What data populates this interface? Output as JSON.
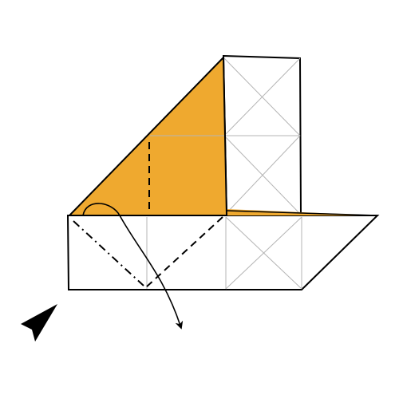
{
  "diagram": {
    "kind": "origami folding step",
    "colors": {
      "paper_front": "#EFA92F",
      "paper_back": "#FFFFFF",
      "outline": "#000000",
      "crease": "#B5B5B5"
    },
    "elements": [
      "square-column-flap",
      "colored-triangle-flap",
      "base-strip",
      "valley-fold-line",
      "mountain-fold-line",
      "fold-arrow",
      "viewpoint-arrow"
    ]
  }
}
